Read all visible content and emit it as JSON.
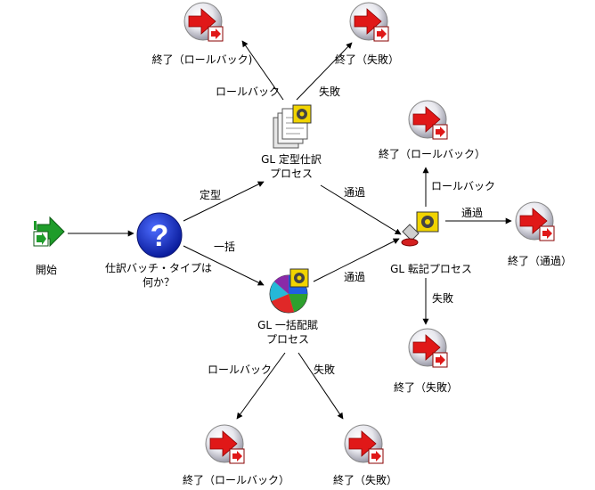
{
  "nodes": {
    "start": {
      "label": "開始"
    },
    "question": {
      "label_line1": "仕訳バッチ・タイプは",
      "label_line2": "何か？"
    },
    "recurring": {
      "label_line1": "GL 定型仕訳",
      "label_line2": "プロセス"
    },
    "mass_alloc": {
      "label_line1": "GL 一括配賦",
      "label_line2": "プロセス"
    },
    "posting": {
      "label": "GL 転記プロセス"
    },
    "end_top_rollback": {
      "label": "終了（ロールバック)"
    },
    "end_top_fail": {
      "label": "終了（失敗）"
    },
    "end_post_rollback": {
      "label": "終了（ロールバック）"
    },
    "end_post_pass": {
      "label": "終了（通過）"
    },
    "end_post_fail": {
      "label": "終了（失敗）"
    },
    "end_bottom_rollback": {
      "label": "終了（ロールバック）"
    },
    "end_bottom_fail": {
      "label": "終了（失敗）"
    }
  },
  "edges": {
    "recurring": "定型",
    "mass": "一括",
    "rollback_top": "ロールバック",
    "fail_top": "失敗",
    "pass_recurring": "通過",
    "pass_mass": "通過",
    "rollback_post": "ロールバック",
    "pass_post": "通過",
    "fail_post": "失敗",
    "rollback_bottom": "ロールバック",
    "fail_bottom": "失敗"
  },
  "colors": {
    "end_red": "#e01818",
    "start_green": "#1e9c2a",
    "question_blue": "#1232c8"
  }
}
